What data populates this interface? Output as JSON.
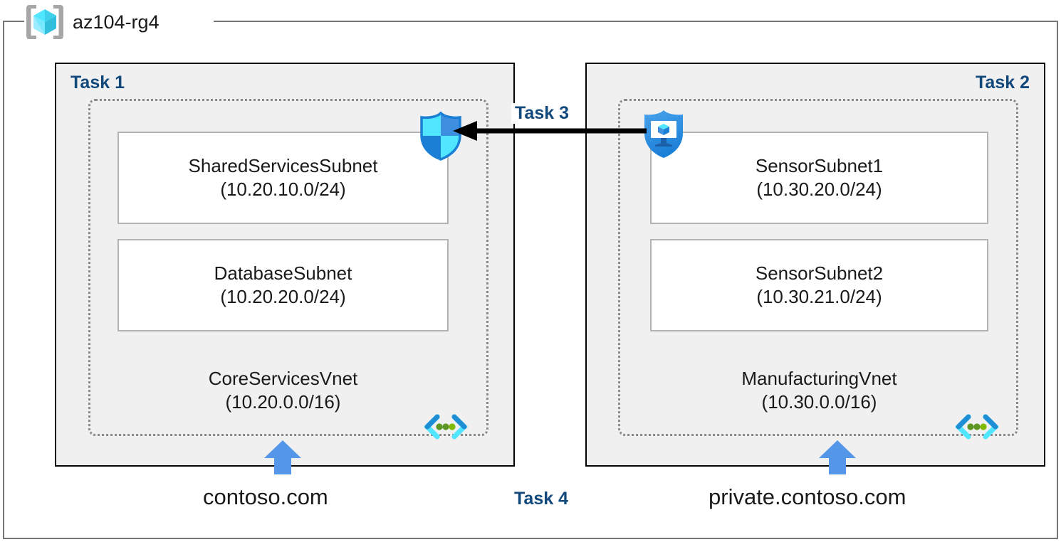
{
  "diagram": {
    "resource_group": {
      "name": "az104-rg4",
      "icon": "resource-group-cube-icon"
    },
    "tasks": {
      "task1": "Task 1",
      "task2": "Task 2",
      "task3": "Task 3",
      "task4": "Task 4"
    },
    "vnets": [
      {
        "id": "vnet1",
        "name": "CoreServicesVnet",
        "cidr": "(10.20.0.0/16)",
        "icon": "virtual-network-icon",
        "subnets": [
          {
            "name": "SharedServicesSubnet",
            "cidr": "(10.20.10.0/24)"
          },
          {
            "name": "DatabaseSubnet",
            "cidr": "(10.20.20.0/24)"
          }
        ],
        "dns_zone": "contoso.com"
      },
      {
        "id": "vnet2",
        "name": "ManufacturingVnet",
        "cidr": "(10.30.0.0/16)",
        "icon": "virtual-network-icon",
        "subnets": [
          {
            "name": "SensorSubnet1",
            "cidr": "(10.30.20.0/24)"
          },
          {
            "name": "SensorSubnet2",
            "cidr": "(10.30.21.0/24)"
          }
        ],
        "dns_zone": "private.contoso.com"
      }
    ],
    "icons": {
      "shield_secure": "security-shield-icon",
      "shield_vm": "vm-protection-shield-icon",
      "peering_arrow": "peering-arrow-left-icon",
      "dns_arrow": "dns-link-up-arrow-icon"
    },
    "colors": {
      "task_label": "#12497c",
      "panel_bg": "#f0f0f0",
      "panel_border": "#000000",
      "vnet_border": "#8a8a8a",
      "subnet_border": "#b3b3b3",
      "rg_border": "#767676",
      "accent_blue": "#5496e8",
      "azure_cyan": "#50e6ff",
      "azure_blue": "#0078d4",
      "vnet_green": "#5e9624"
    }
  }
}
